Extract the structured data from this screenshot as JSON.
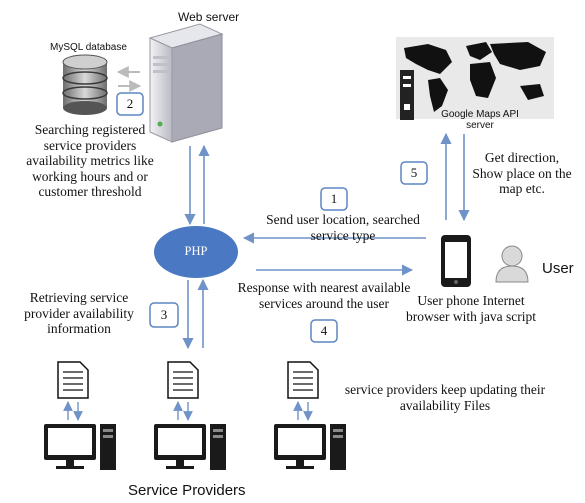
{
  "web_server": {
    "label": "Web server"
  },
  "database": {
    "label": "MySQL database",
    "description": "Searching registered service providers availability metrics like working hours and or customer threshold"
  },
  "php": {
    "label": "PHP"
  },
  "maps": {
    "label_line1": "Google Maps API",
    "label_line2": "server"
  },
  "user": {
    "label": "User",
    "phone_description": "User phone Internet browser with java script"
  },
  "providers": {
    "label": "Service Providers",
    "update_note": "service providers keep updating their availability Files"
  },
  "steps": [
    {
      "number": "1",
      "text": "Send user location, searched service type"
    },
    {
      "number": "2"
    },
    {
      "number": "3",
      "text": "Retrieving service provider availability information"
    },
    {
      "number": "4",
      "text": "Response with nearest available services around the user"
    },
    {
      "number": "5",
      "text": "Get direction, Show place on the map etc."
    }
  ],
  "colors": {
    "php_fill": "#4a78c2",
    "step_border": "#5b86c4",
    "arrow": "#6f93c8",
    "server_body": "#dcdde3",
    "monitor": "#1a1a1a"
  }
}
